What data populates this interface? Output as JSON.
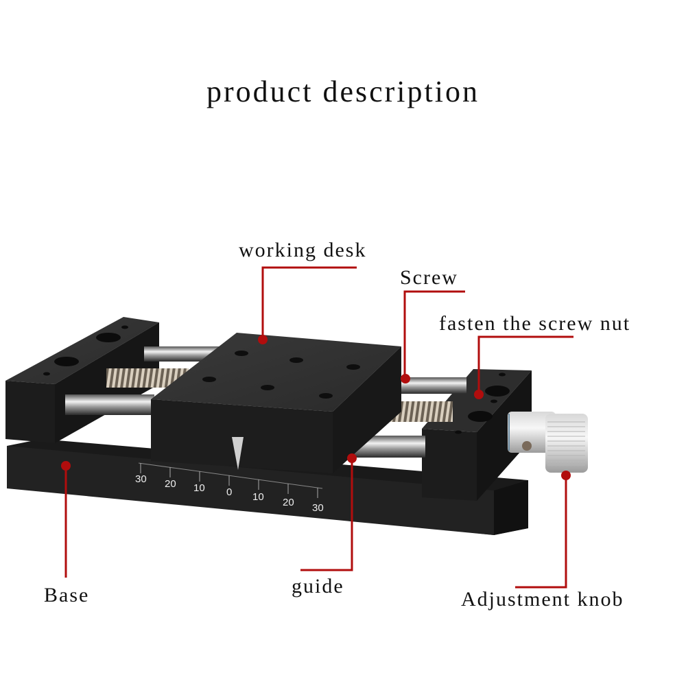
{
  "title": "product description",
  "labels": {
    "working_desk": "working desk",
    "screw": "Screw",
    "fasten_nut": "fasten the screw nut",
    "base": "Base",
    "guide": "guide",
    "adjustment_knob": "Adjustment knob"
  },
  "scale": {
    "ticks": [
      "30",
      "20",
      "10",
      "0",
      "10",
      "20",
      "30"
    ]
  },
  "colors": {
    "leader_line": "#b10d0d",
    "stage_body": "#1e1e1e",
    "background": "#ffffff"
  }
}
